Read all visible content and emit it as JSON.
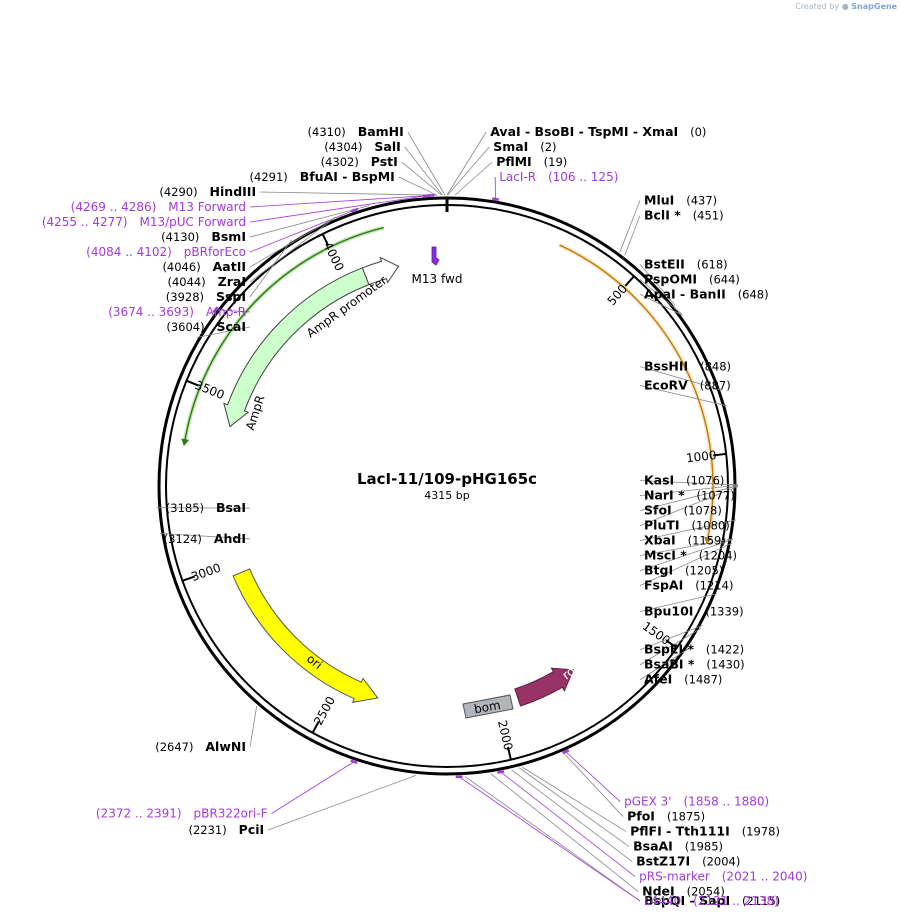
{
  "credit": {
    "created_by": "Created by",
    "brand": "SnapGene"
  },
  "plasmid": {
    "name": "LacI-11/109-pHG165c",
    "size_label": "4315 bp",
    "length": 4315
  },
  "ticks": [
    {
      "bp": 500,
      "label": "500"
    },
    {
      "bp": 1000,
      "label": "1000"
    },
    {
      "bp": 1500,
      "label": "1500"
    },
    {
      "bp": 2000,
      "label": "2000"
    },
    {
      "bp": 2500,
      "label": "2500"
    },
    {
      "bp": 3000,
      "label": "3000"
    },
    {
      "bp": 3500,
      "label": "3500"
    },
    {
      "bp": 4000,
      "label": "4000"
    }
  ],
  "labels": [
    {
      "type": "site",
      "bp": 4310,
      "name": "BamHI",
      "pos": "(4310)"
    },
    {
      "type": "site",
      "bp": 4304,
      "name": "SalI",
      "pos": "(4304)"
    },
    {
      "type": "site",
      "bp": 4302,
      "name": "PstI",
      "pos": "(4302)"
    },
    {
      "type": "site",
      "bp": 4291,
      "name": "BfuAI  -  BspMI",
      "pos": "(4291)"
    },
    {
      "type": "site",
      "bp": 4290,
      "name": "HindIII",
      "pos": "(4290)"
    },
    {
      "type": "primer",
      "bp": 4277,
      "name": "M13 Forward",
      "pos": "(4269 .. 4286)"
    },
    {
      "type": "primer",
      "bp": 4266,
      "name": "M13/pUC Forward",
      "pos": "(4255 .. 4277)"
    },
    {
      "type": "site",
      "bp": 4130,
      "name": "BsmI",
      "pos": "(4130)"
    },
    {
      "type": "primer",
      "bp": 4093,
      "name": "pBRforEco",
      "pos": "(4084 .. 4102)"
    },
    {
      "type": "site",
      "bp": 4046,
      "name": "AatII",
      "pos": "(4046)"
    },
    {
      "type": "site",
      "bp": 4044,
      "name": "ZraI",
      "pos": "(4044)"
    },
    {
      "type": "site",
      "bp": 3928,
      "name": "SspI",
      "pos": "(3928)"
    },
    {
      "type": "primer",
      "bp": 3683,
      "name": "Amp-R",
      "pos": "(3674 .. 3693)"
    },
    {
      "type": "site",
      "bp": 3604,
      "name": "ScaI",
      "pos": "(3604)"
    },
    {
      "type": "site",
      "bp": 3185,
      "name": "BsaI",
      "pos": "(3185)"
    },
    {
      "type": "site",
      "bp": 3124,
      "name": "AhdI",
      "pos": "(3124)"
    },
    {
      "type": "site",
      "bp": 2647,
      "name": "AlwNI",
      "pos": "(2647)"
    },
    {
      "type": "primer",
      "bp": 2381,
      "name": "pBR322ori-F",
      "pos": "(2372 .. 2391)"
    },
    {
      "type": "site",
      "bp": 2231,
      "name": "PciI",
      "pos": "(2231)"
    },
    {
      "type": "primer",
      "bp": 2129,
      "name": "L4440",
      "pos": "(2121 .. 2138)"
    },
    {
      "type": "site",
      "bp": 2115,
      "name": "BspQI  -  SapI",
      "pos": "(2115)"
    },
    {
      "type": "site",
      "bp": 2054,
      "name": "NdeI",
      "pos": "(2054)"
    },
    {
      "type": "primer",
      "bp": 2030,
      "name": "pRS-marker",
      "pos": "(2021 .. 2040)"
    },
    {
      "type": "site",
      "bp": 2004,
      "name": "BstZ17I",
      "pos": "(2004)"
    },
    {
      "type": "site",
      "bp": 1985,
      "name": "BsaAI",
      "pos": "(1985)"
    },
    {
      "type": "site",
      "bp": 1978,
      "name": "PflFI  -  Tth111I",
      "pos": "(1978)"
    },
    {
      "type": "primer",
      "bp": 1869,
      "name": "pGEX 3'",
      "pos": "(1858 .. 1880)"
    },
    {
      "type": "site",
      "bp": 1875,
      "name": "PfoI",
      "pos": "(1875)"
    },
    {
      "type": "site",
      "bp": 1487,
      "name": "AfeI",
      "pos": "(1487)"
    },
    {
      "type": "site",
      "bp": 1430,
      "name": "BsaBI *",
      "pos": "(1430)"
    },
    {
      "type": "site",
      "bp": 1422,
      "name": "BspEI *",
      "pos": "(1422)"
    },
    {
      "type": "site",
      "bp": 1339,
      "name": "Bpu10I",
      "pos": "(1339)"
    },
    {
      "type": "site",
      "bp": 1214,
      "name": "FspAI",
      "pos": "(1214)"
    },
    {
      "type": "site",
      "bp": 1205,
      "name": "BtgI",
      "pos": "(1205)"
    },
    {
      "type": "site",
      "bp": 1204,
      "name": "MscI *",
      "pos": "(1204)"
    },
    {
      "type": "site",
      "bp": 1159,
      "name": "XbaI",
      "pos": "(1159)"
    },
    {
      "type": "site",
      "bp": 1080,
      "name": "PluTI",
      "pos": "(1080)"
    },
    {
      "type": "site",
      "bp": 1078,
      "name": "SfoI",
      "pos": "(1078)"
    },
    {
      "type": "site",
      "bp": 1077,
      "name": "NarI *",
      "pos": "(1077)"
    },
    {
      "type": "site",
      "bp": 1076,
      "name": "KasI",
      "pos": "(1076)"
    },
    {
      "type": "site",
      "bp": 887,
      "name": "EcoRV",
      "pos": "(887)"
    },
    {
      "type": "site",
      "bp": 848,
      "name": "BssHII",
      "pos": "(848)"
    },
    {
      "type": "site",
      "bp": 648,
      "name": "ApaI  -  BanII",
      "pos": "(648)"
    },
    {
      "type": "site",
      "bp": 644,
      "name": "PspOMI",
      "pos": "(644)"
    },
    {
      "type": "site",
      "bp": 618,
      "name": "BstEII",
      "pos": "(618)"
    },
    {
      "type": "site",
      "bp": 451,
      "name": "BclI *",
      "pos": "(451)"
    },
    {
      "type": "site",
      "bp": 437,
      "name": "MluI",
      "pos": "(437)"
    },
    {
      "type": "primer",
      "bp": 115,
      "name": "LacI-R",
      "pos": "(106 .. 125)"
    },
    {
      "type": "site",
      "bp": 19,
      "name": "PflMI",
      "pos": "(19)"
    },
    {
      "type": "site",
      "bp": 2,
      "name": "SmaI",
      "pos": "(2)"
    },
    {
      "type": "site",
      "bp": 0,
      "name": "AvaI  -  BsoBI  -  TspMI  -  XmaI",
      "pos": "(0)"
    }
  ],
  "features": [
    {
      "name": "AmpR",
      "start": 3420,
      "end": 4061,
      "color": "#ccffcc"
    },
    {
      "name": "AmpR promoter",
      "start": 4061,
      "end": 4166,
      "color": "#ffffff"
    },
    {
      "name": "ori",
      "start": 2374,
      "end": 2963,
      "color": "#ffff00"
    },
    {
      "name": "rop",
      "start": 1744,
      "end": 1936,
      "color": "#993366"
    },
    {
      "name": "bom",
      "color": "#b0b5ba"
    },
    {
      "name": "M13 fwd",
      "color": "#8b2be2"
    }
  ],
  "arcs": [
    {
      "name": "lacI-orange",
      "start": 300,
      "end": 1215,
      "color": "#f0b040"
    },
    {
      "name": "amp-green",
      "start": 3355,
      "end": 4150,
      "color": "#44aa22"
    }
  ]
}
